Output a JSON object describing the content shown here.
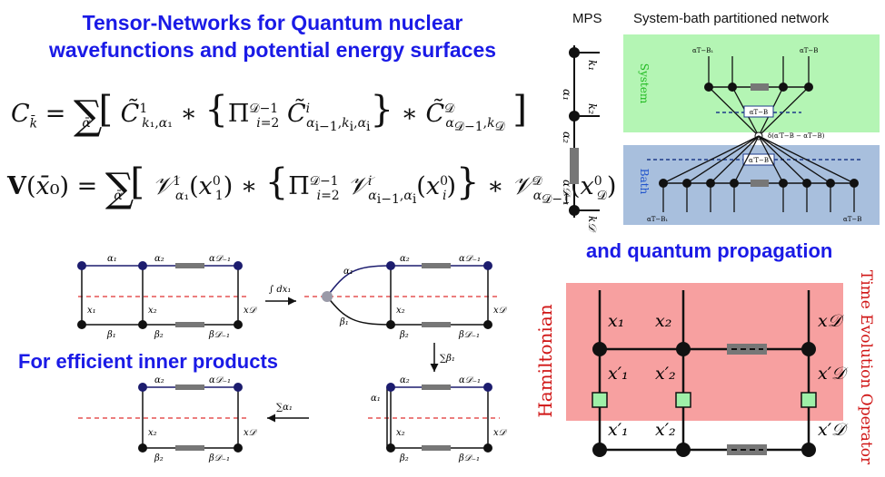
{
  "title": {
    "line1": "Tensor-Networks for Quantum nuclear",
    "line2": "wavefunctions and potential energy surfaces"
  },
  "equations": {
    "c": "C̅ = ∑ [ C̃¹ * { Π C̃ⁱ } * C̃ᴰ ]",
    "v": "V(x̅₀) = ∑ [ 𝒱¹ * { Π 𝒱ⁱ } * 𝒱ᴰ ]"
  },
  "headings": {
    "mps": "MPS",
    "system_bath": "System-bath partitioned network",
    "propagation": "and quantum propagation",
    "inner_products": "For efficient inner products"
  },
  "labels": {
    "system": "System",
    "bath": "Bath",
    "hamiltonian": "Hamiltonian",
    "time_evolution": "Time Evolution Operator",
    "integral": "∫ dx₁",
    "sum_beta": "∑β₁",
    "sum_alpha": "∑α₁"
  },
  "colors": {
    "title_blue": "#1a1ae6",
    "system_green": "#b4f5b4",
    "bath_blue": "#a8bfdd",
    "hamiltonian_red": "#f7a0a0",
    "operator_green": "#9ef0a8",
    "node_navy": "#1c1c6e",
    "dashed_red": "#e03030"
  }
}
